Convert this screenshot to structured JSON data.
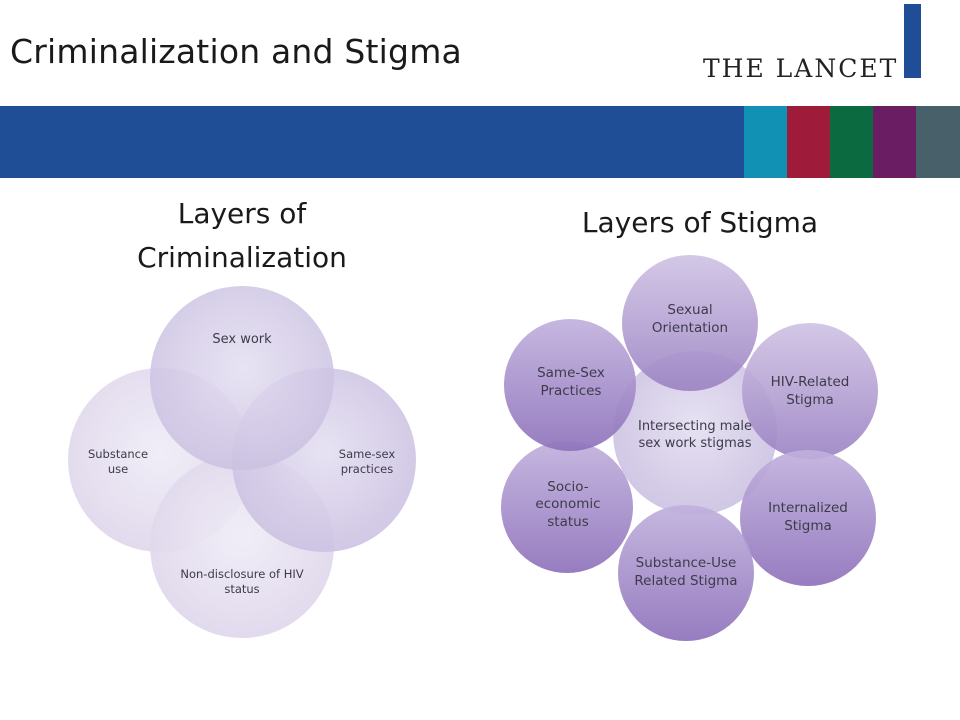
{
  "header": {
    "title": "Criminalization and Stigma",
    "logo_text": "THE LANCET"
  },
  "theme": {
    "brand_blue": "#1f4e96",
    "swatches": [
      "#1192b5",
      "#9e1b3a",
      "#0b6a3f",
      "#6b1d64",
      "#47606a"
    ]
  },
  "criminalization": {
    "heading": "Layers of Criminalization",
    "nodes": [
      "Sex work",
      "Same-sex practices",
      "Non-disclosure of HIV status",
      "Substance use"
    ]
  },
  "stigma": {
    "heading": "Layers of Stigma",
    "center": "Intersecting male sex work stigmas",
    "nodes": [
      "Sexual Orientation",
      "HIV-Related Stigma",
      "Internalized Stigma",
      "Substance-Use Related Stigma",
      "Socio-economic status",
      "Same-Sex Practices"
    ]
  }
}
